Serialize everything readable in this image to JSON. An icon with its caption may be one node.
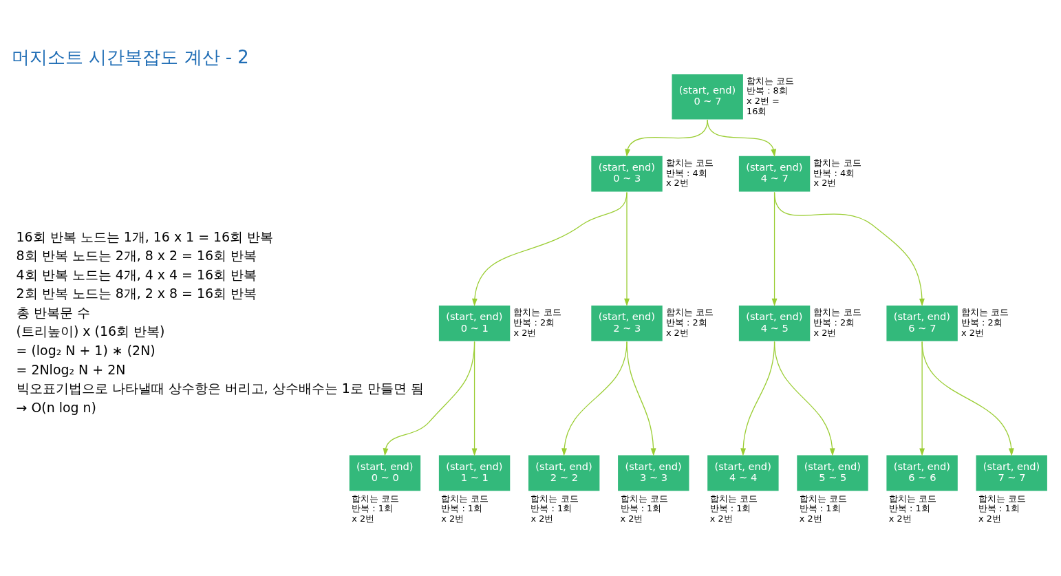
{
  "diagram": {
    "title": "머지소트 시간복잡도 계산 - 2",
    "nodes": [
      {
        "text": [
          "(start, end) 0 ~ 7"
        ],
        "beside": [
          "합치는 코드 반복 : 8회 x 2번 = 16회"
        ]
      },
      {
        "text": [
          "(start, end) 0 ~ 3"
        ],
        "beside": [
          "합치는 코드 반복 : 4회 x 2번"
        ]
      },
      {
        "text": [
          "(start, end) 4 ~ 7"
        ],
        "beside": [
          "합치는 코드 반복 : 4회 x 2번"
        ]
      },
      {
        "text": [
          "(start, end) 0 ~ 1"
        ],
        "beside": [
          "합치는 코드 반복 : 2회 x 2번"
        ]
      },
      {
        "text": [
          "(start, end) 2 ~ 3"
        ],
        "beside": [
          "합치는 코드 반복 : 2회 x 2번"
        ]
      },
      {
        "text": [
          "(start, end) 4 ~ 5"
        ],
        "beside": [
          "합치는 코드 반복 : 2회 x 2번"
        ]
      },
      {
        "text": [
          "(start, end) 6 ~ 7"
        ],
        "beside": [
          "합치는 코드 반복 : 2회 x 2번"
        ]
      },
      {
        "text": [
          "(start, end) 0 ~ 0"
        ],
        "beside": [
          "합치는 코드 반복 : 1회 x 2번"
        ]
      },
      {
        "text": [
          "(start, end) 1 ~ 1"
        ],
        "beside": [
          "합치는 코드 반복 : 1회 x 2번"
        ]
      },
      {
        "text": [
          "(start, end) 2 ~ 2"
        ],
        "beside": [
          "합치는 코드 반복 : 1회 x 2번"
        ]
      },
      {
        "text": [
          "(start, end) 3 ~ 3"
        ],
        "beside": [
          "합치는 코드 반복 : 1회 x 2번"
        ]
      },
      {
        "text": [
          "(start, end) 4 ~ 4"
        ],
        "beside": [
          "합치는 코드 반복 : 1회 x 2번"
        ]
      },
      {
        "text": [
          "(start, end) 5 ~ 5"
        ],
        "beside": [
          "합치는 코드 반복 : 1회 x 2번"
        ]
      },
      {
        "text": [
          "(start, end) 6 ~ 6"
        ],
        "beside": [
          "합치는 코드 반복 : 1회 x 2번"
        ]
      },
      {
        "text": [
          "(start, end) 7 ~ 7"
        ],
        "beside": [
          "합치는 코드 반복 : 1회 x 2번"
        ]
      }
    ],
    "edges": [
      {
        "from": 0,
        "to": 1,
        "arrow": "to"
      },
      {
        "from": 0,
        "to": 2,
        "arrow": "to"
      },
      {
        "from": 1,
        "to": 3,
        "arrow": "to"
      },
      {
        "from": 1,
        "to": 4,
        "arrow": "to"
      },
      {
        "from": 2,
        "to": 5,
        "arrow": "to"
      },
      {
        "from": 2,
        "to": 6,
        "arrow": "to"
      },
      {
        "from": 3,
        "to": 7,
        "arrow": "to"
      },
      {
        "from": 3,
        "to": 8,
        "arrow": "to"
      },
      {
        "from": 4,
        "to": 9,
        "arrow": "to"
      },
      {
        "from": 4,
        "to": 10,
        "arrow": "to"
      },
      {
        "from": 5,
        "to": 11,
        "arrow": "to"
      },
      {
        "from": 5,
        "to": 12,
        "arrow": "to"
      },
      {
        "from": 6,
        "to": 13,
        "arrow": "to"
      },
      {
        "from": 6,
        "to": 14,
        "arrow": "to"
      }
    ],
    "labels": [
      "16회 반복 노드는 1개, 16 x 1 = 16회 반복",
      "8회 반복 노드는 2개, 8 x 2 = 16회 반복",
      "4회 반복 노드는 4개, 4 x 4 = 16회 반복",
      "2회 반복 노드는 8개, 2 x 8 = 16회 반복",
      "총 반복문 수",
      "(트리높이) x (16회 반복)",
      "= (log₂ N + 1) ∗ (2N)",
      "= 2Nlog₂ N + 2N",
      "빅오표기법으로 나타낼때 상수항은 버리고, 상수배수는 1로 만들면 됨",
      "→ O(n log n)"
    ]
  }
}
